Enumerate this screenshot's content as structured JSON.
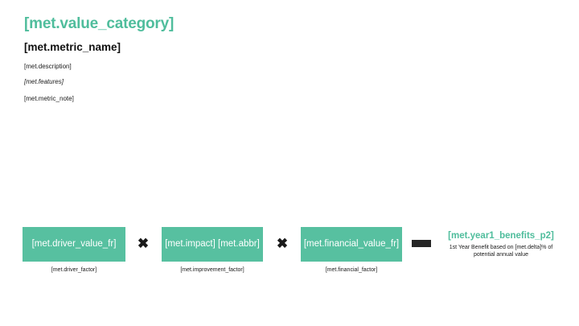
{
  "slide": {
    "background_color": "#ffffff",
    "accent_color": "#4fbd9c",
    "box_color": "#57c0a0",
    "text_color": "#1a1a1a"
  },
  "header": {
    "value_category": "[met.value_category]",
    "metric_name": "[met.metric_name]",
    "description": "[met.description]",
    "features": "[met.features]",
    "metric_note": "[met.metric_note]"
  },
  "formula": {
    "nodes": [
      {
        "id": "driver",
        "label": "[met.driver_value_fr]",
        "caption": "[met.driver_factor]"
      },
      {
        "id": "impact",
        "label": "[met.impact] [met.abbr]",
        "caption": "[met.improvement_factor]"
      },
      {
        "id": "financial",
        "label": "[met.financial_value_fr]",
        "caption": "[met.financial_factor]"
      }
    ],
    "operators": {
      "multiply_1": "✖",
      "multiply_2": "✖",
      "equals": "="
    },
    "result": {
      "title": "[met.year1_benefits_p2]",
      "subtitle": "1st Year Benefit based on [met.delta]% of potential annual value"
    }
  }
}
